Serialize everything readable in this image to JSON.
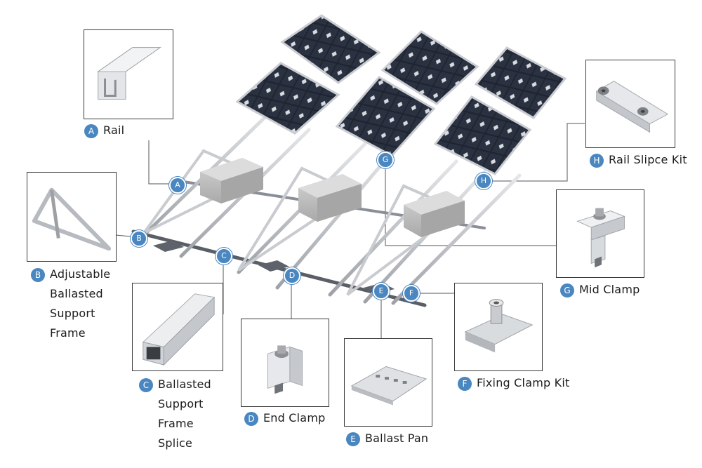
{
  "colors": {
    "badge": "#4a86c0",
    "panel_cell": "#1f2430",
    "panel_frame": "#c9ccd1",
    "rail": "#b9bcc1",
    "ballast_block": "#bdbdbd",
    "leader_line": "#555555"
  },
  "markers": [
    "A",
    "B",
    "C",
    "D",
    "E",
    "F",
    "G",
    "H"
  ],
  "components": [
    {
      "letter": "A",
      "name_lines": [
        "Rail"
      ],
      "icon": "rail-profile"
    },
    {
      "letter": "B",
      "name_lines": [
        "Adjustable",
        "Ballasted",
        "Support",
        "Frame"
      ],
      "icon": "triangle-support-frame"
    },
    {
      "letter": "C",
      "name_lines": [
        "Ballasted",
        "Support",
        "Frame",
        "Splice"
      ],
      "icon": "square-tube-splice"
    },
    {
      "letter": "D",
      "name_lines": [
        "End Clamp"
      ],
      "icon": "end-clamp"
    },
    {
      "letter": "E",
      "name_lines": [
        "Ballast Pan"
      ],
      "icon": "ballast-pan"
    },
    {
      "letter": "F",
      "name_lines": [
        "Fixing Clamp Kit"
      ],
      "icon": "fixing-clamp-kit"
    },
    {
      "letter": "G",
      "name_lines": [
        "Mid Clamp"
      ],
      "icon": "mid-clamp"
    },
    {
      "letter": "H",
      "name_lines": [
        "Rail Slipce Kit"
      ],
      "icon": "rail-splice-kit"
    }
  ]
}
